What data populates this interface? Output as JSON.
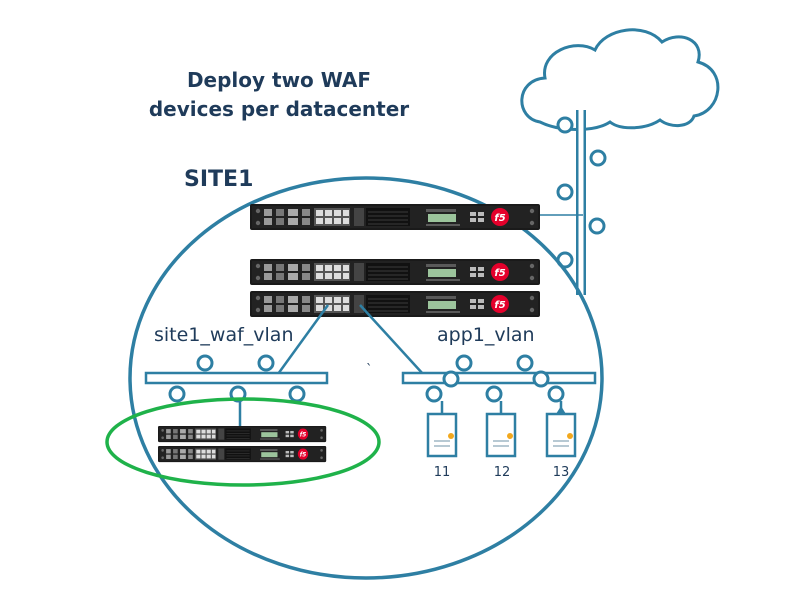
{
  "title": {
    "line1": "Deploy two WAF",
    "line2": "devices per datacenter"
  },
  "site_label": "SITE1",
  "vlans": {
    "left": "site1_waf_vlan",
    "right": "app1_vlan"
  },
  "servers": [
    "11",
    "12",
    "13"
  ],
  "stray_mark": "`",
  "colors": {
    "accent": "#2e7fa3",
    "text": "#1f3b5a",
    "waf_group": "#1fb24a",
    "device_body": "#1a1a1a",
    "f5_logo": "#e4002b",
    "server_dot": "#f2a81d"
  }
}
